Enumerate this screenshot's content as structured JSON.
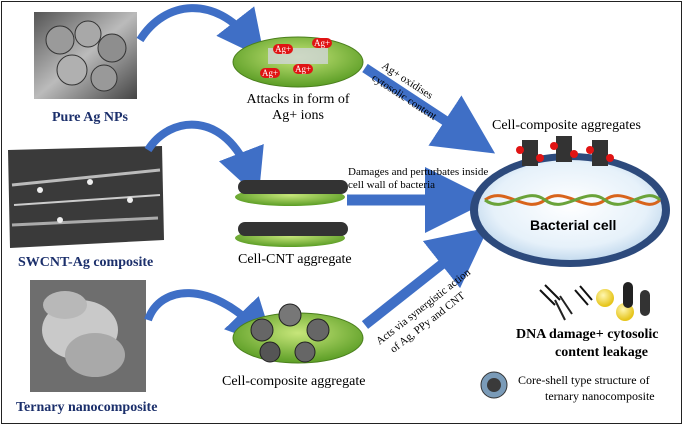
{
  "sources": [
    {
      "label": "Pure Ag NPs"
    },
    {
      "label": "SWCNT-Ag composite"
    },
    {
      "label": "Ternary nanocomposite"
    }
  ],
  "intermediates": [
    {
      "label_line1": "Attacks in form of",
      "label_line2": "Ag+ ions",
      "ion_label": "Ag+"
    },
    {
      "label": "Cell-CNT aggregate"
    },
    {
      "label": "Cell-composite aggregate"
    }
  ],
  "arrow_labels": {
    "top_line1": "Ag+ oxidises",
    "top_line2": "cytosolic content",
    "middle_line1": "Damages and perturbates inside",
    "middle_line2": "cell wall of bacteria",
    "bottom_line1": "Acts via synergistic action",
    "bottom_line2": "of Ag, PPy and CNT"
  },
  "target": {
    "aggregates_label": "Cell-composite aggregates",
    "cell_label": "Bacterial cell"
  },
  "outcome": {
    "line1": "DNA damage+ cytosolic",
    "line2": "content leakage"
  },
  "legend": {
    "line1": "Core-shell type structure of",
    "line2": "ternary nanocomposite"
  },
  "colors": {
    "arrow_blue": "#3f6fc6",
    "cell_green": "#7fbf3a",
    "ion_red": "#e01414",
    "title_blue": "#1b2f6b"
  }
}
